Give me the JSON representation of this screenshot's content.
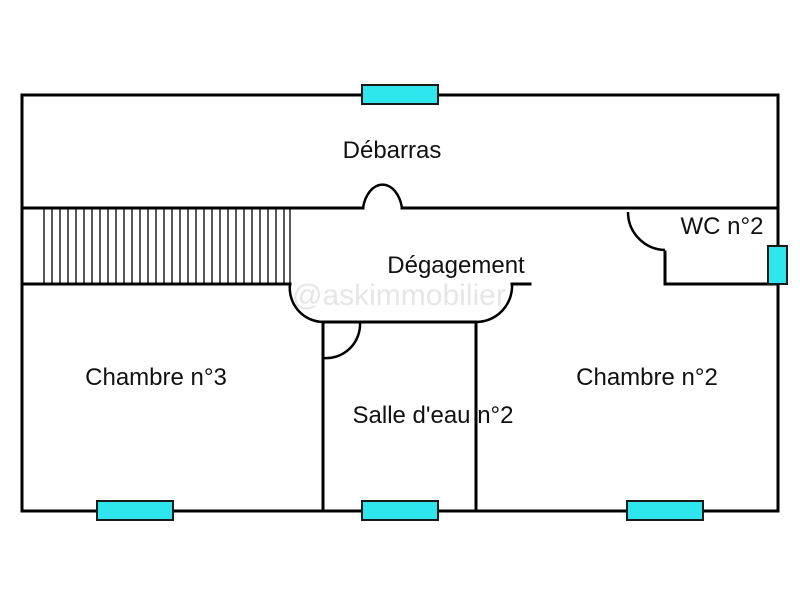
{
  "rooms": {
    "debarras": "Débarras",
    "degagement": "Dégagement",
    "wc": "WC n°2",
    "chambre3": "Chambre n°3",
    "chambre2": "Chambre n°2",
    "salle_eau": "Salle d'eau n°2"
  },
  "watermark": "@askimmobilier",
  "colors": {
    "wall": "#000000",
    "window": "#2ee6ee",
    "background": "#ffffff"
  }
}
